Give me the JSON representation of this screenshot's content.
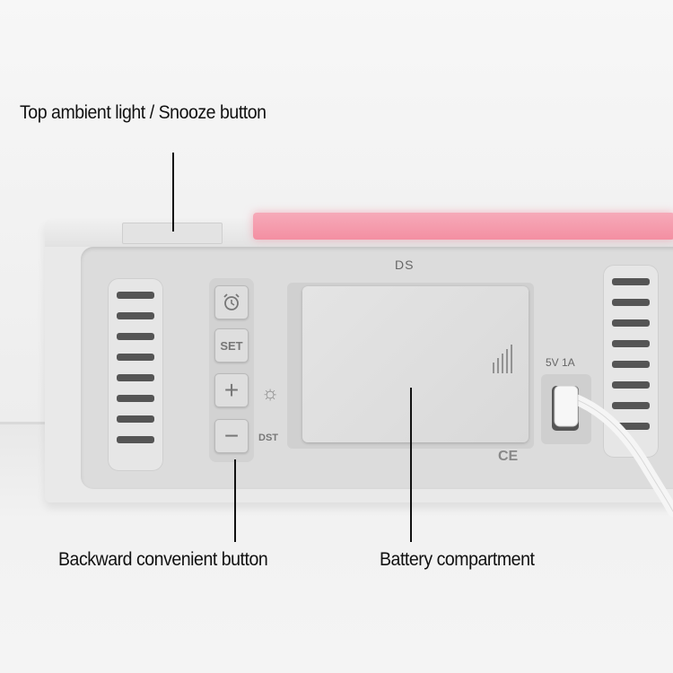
{
  "annotations": {
    "top_label": "Top ambient light / Snooze button",
    "backward_label": "Backward convenient button",
    "battery_label": "Battery compartment"
  },
  "device": {
    "brand_text": "DS",
    "set_label": "SET",
    "plus_label": "+",
    "minus_label": "−",
    "dst_label": "DST",
    "power_label": "5V 1A",
    "ce_mark": "CE",
    "glow_color": "#f48fa2",
    "icons": [
      "alarm-clock-icon",
      "brightness-icon"
    ]
  }
}
